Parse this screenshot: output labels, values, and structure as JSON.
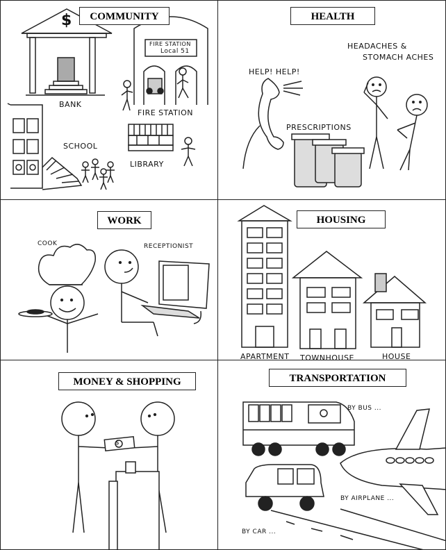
{
  "panels": {
    "community": {
      "title": "COMMUNITY",
      "labels": {
        "bank_sign": "$",
        "bank": "BANK",
        "fire_station_sign_line1": "FIRE STATION",
        "fire_station_sign_line2": "Local 51",
        "fire_station": "FIRE STATION",
        "school": "SCHOOL",
        "library": "LIBRARY"
      }
    },
    "health": {
      "title": "HEALTH",
      "labels": {
        "help": "HELP! HELP!",
        "headaches_line1": "HEADACHES &",
        "headaches_line2": "STOMACH ACHES",
        "prescriptions": "PRESCRIPTIONS"
      }
    },
    "work": {
      "title": "WORK",
      "labels": {
        "cook": "COOK",
        "receptionist": "RECEPTIONIST"
      }
    },
    "housing": {
      "title": "HOUSING",
      "labels": {
        "apartment": "APARTMENT",
        "townhouse": "TOWNHOUSE",
        "house": "HOUSE"
      }
    },
    "money": {
      "title": "MONEY & SHOPPING",
      "labels": {
        "bill_symbol": "$"
      }
    },
    "transportation": {
      "title": "TRANSPORTATION",
      "labels": {
        "bus": "BY BUS ...",
        "airplane": "BY AIRPLANE ...",
        "car": "BY CAR ..."
      }
    }
  }
}
